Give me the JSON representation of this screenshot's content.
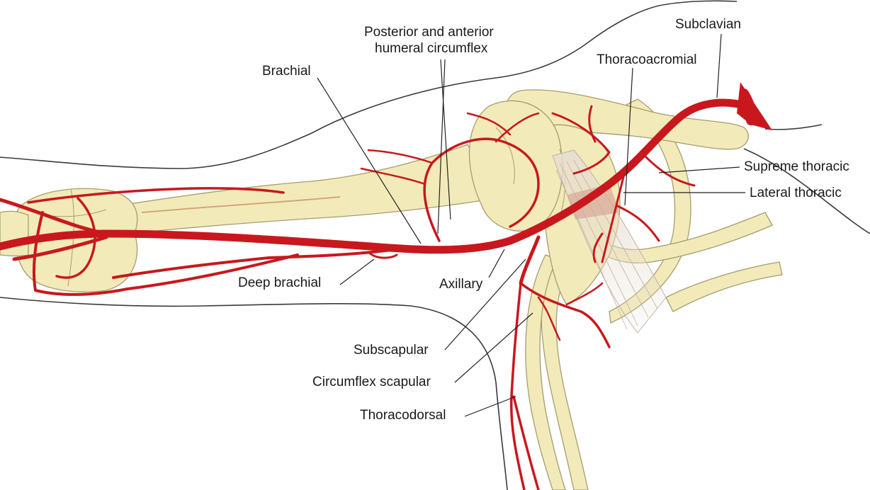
{
  "colors": {
    "bone": "#f2ebb9",
    "bone_outline": "#a39d6f",
    "artery": "#c8181e",
    "artery_dark": "#931014",
    "skin_outline": "#3b3b3b",
    "leader": "#222222",
    "muscle": "#cdb7a3"
  },
  "labels": {
    "subclavian": "Subclavian",
    "thoracoacromial": "Thoracoacromial",
    "humeral_circumflex_line1": "Posterior and anterior",
    "humeral_circumflex_line2": "humeral circumflex",
    "brachial": "Brachial",
    "supreme_thoracic": "Supreme thoracic",
    "lateral_thoracic": "Lateral thoracic",
    "deep_brachial": "Deep brachial",
    "axillary": "Axillary",
    "subscapular": "Subscapular",
    "circumflex_scapular": "Circumflex scapular",
    "thoracodorsal": "Thoracodorsal"
  }
}
